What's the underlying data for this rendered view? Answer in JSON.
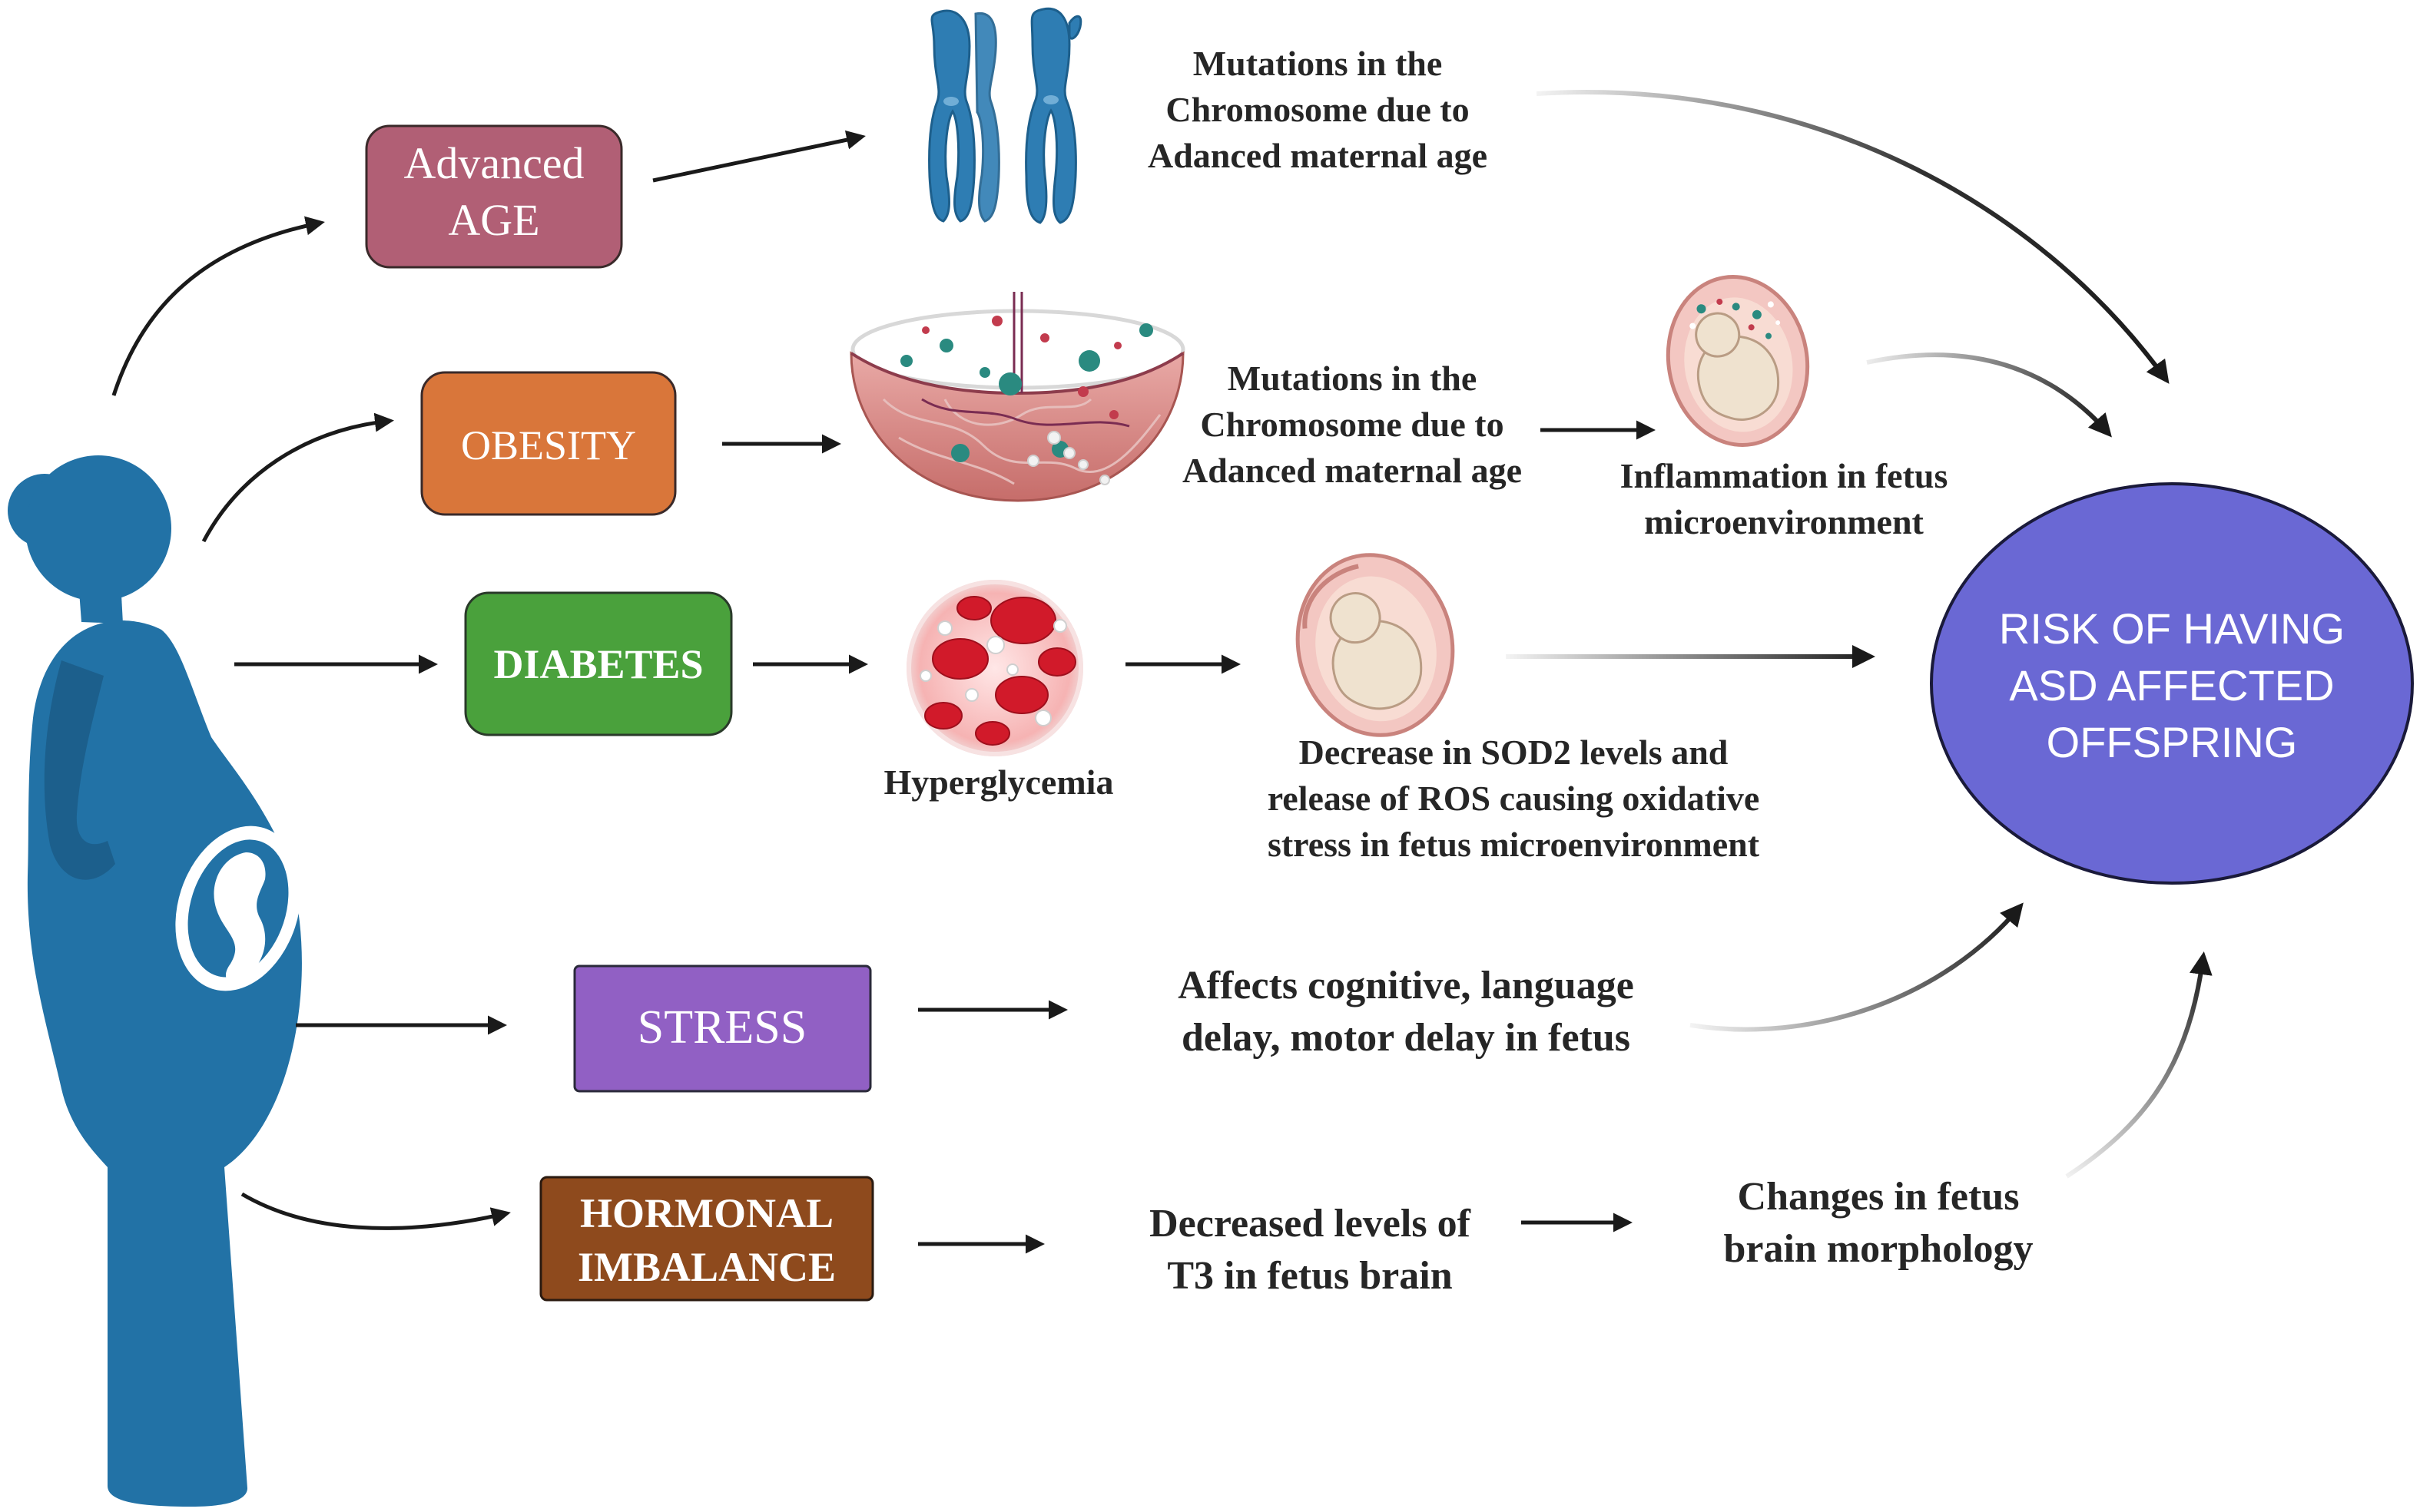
{
  "factors": {
    "age": {
      "line1": "Advanced",
      "line2": "AGE",
      "color": "#b15f75"
    },
    "obesity": {
      "label": "OBESITY",
      "color": "#d9763a"
    },
    "diabetes": {
      "label": "DIABETES",
      "color": "#4aa13c"
    },
    "stress": {
      "label": "STRESS",
      "color": "#9160c4"
    },
    "hormonal": {
      "line1": "HORMONAL",
      "line2": "IMBALANCE",
      "color": "#8e4a1d"
    }
  },
  "effects": {
    "age_mutation": [
      "Mutations in the",
      "Chromosome due to",
      "Adanced maternal age"
    ],
    "obesity_mutation": [
      "Mutations in the",
      "Chromosome due to",
      "Adanced maternal age"
    ],
    "inflammation": [
      "Inflammation in fetus",
      "microenvironment"
    ],
    "hyperglycemia": "Hyperglycemia",
    "sod2": [
      "Decrease  in SOD2 levels and",
      "release of ROS causing oxidative",
      "stress in fetus microenvironment"
    ],
    "stress_effect": [
      "Affects cognitive, language",
      "delay, motor delay in fetus"
    ],
    "t3": [
      "Decreased levels of",
      "T3 in fetus brain"
    ],
    "brain_morph": [
      "Changes in fetus",
      "brain morphology"
    ]
  },
  "outcome": {
    "lines": [
      "RISK OF HAVING",
      "ASD AFFECTED",
      "OFFSPRING"
    ],
    "color": "#6a68d4"
  },
  "icons": [
    "pregnant-woman-icon",
    "chromosome-icon",
    "adipose-tissue-icon",
    "blood-cells-icon",
    "fetus-in-uterus-icon"
  ],
  "colors": {
    "figure": "#2272a6",
    "arrow": "#1a1a1a",
    "chromosome": "#2e7db3"
  }
}
